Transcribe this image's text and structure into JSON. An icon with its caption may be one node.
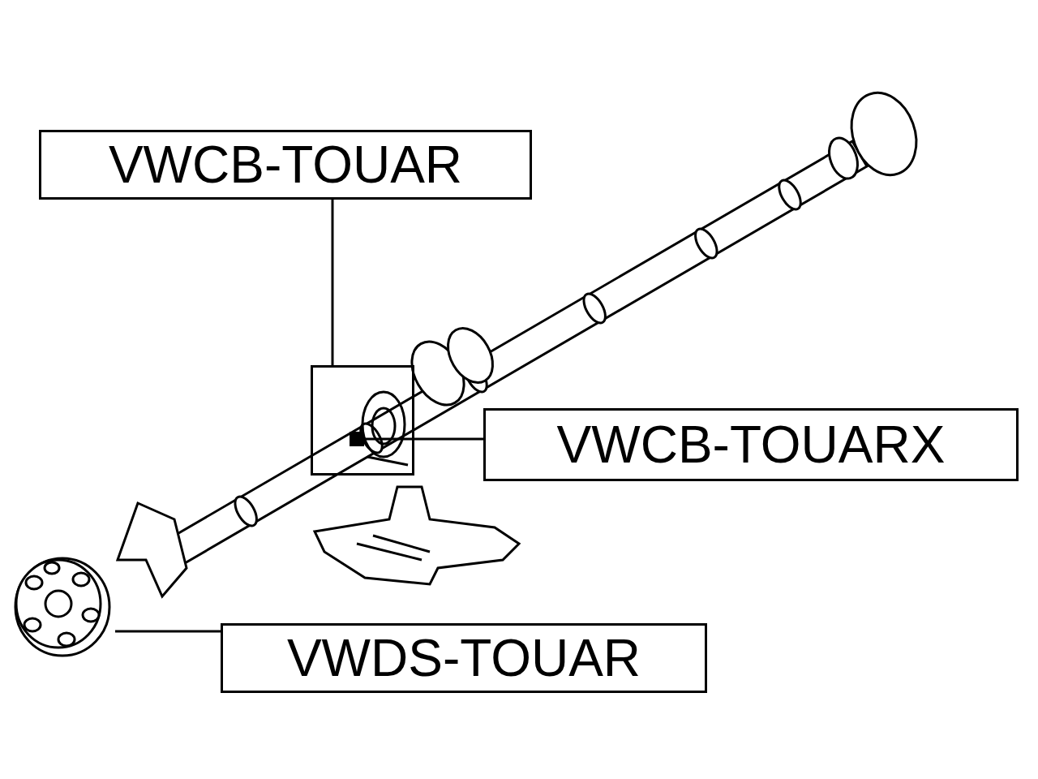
{
  "diagram": {
    "nodes": [
      {
        "text": [
          "VWCB-TOUAR"
        ]
      },
      {
        "text": [
          "VWCB-TOUARX"
        ]
      },
      {
        "text": [
          "VWDS-TOUAR"
        ]
      },
      {
        "text": [],
        "shape": "box"
      },
      {
        "text": [],
        "shape": "picture"
      },
      {
        "text": [],
        "shape": "picture",
        "in": 3
      }
    ],
    "edges": [
      {
        "from": 0,
        "to": 3,
        "arrow": "none"
      },
      {
        "from": 1,
        "to": 5,
        "arrow": "other"
      },
      {
        "from": 2,
        "to": 4,
        "arrow": "none"
      }
    ]
  }
}
